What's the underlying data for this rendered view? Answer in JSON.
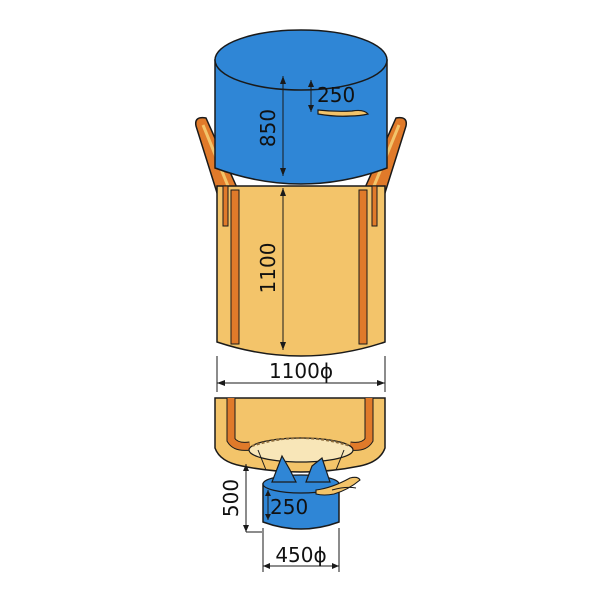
{
  "diagram": {
    "dimensions": {
      "top_spout_height": "850",
      "top_tie_length": "250",
      "body_height": "1100",
      "body_diameter": "1100ϕ",
      "bottom_spout_height": "500",
      "bottom_tie_length": "250",
      "bottom_spout_diameter": "450ϕ"
    },
    "colors": {
      "spout": "#2f86d6",
      "body": "#f3c46a",
      "belt": "#e07a2a",
      "outline": "#1a1a1a"
    }
  }
}
